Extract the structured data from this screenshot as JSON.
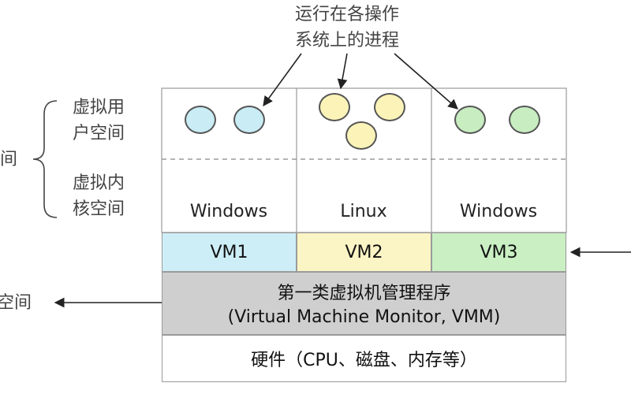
{
  "top_note": {
    "line1": "运行在各操作",
    "line2": "系统上的进程"
  },
  "left_labels": {
    "virtual_user_space": {
      "line1": "虚拟用",
      "line2": "户空间"
    },
    "virtual_kernel_space": {
      "line1": "虚拟内",
      "line2": "核空间"
    },
    "edge_space_1": "间",
    "edge_space_2": "空间"
  },
  "columns": [
    {
      "os": "Windows",
      "vm": "VM1",
      "vm_color": "#cdeef7",
      "process_color": "#c9ecf5",
      "process_count": 2
    },
    {
      "os": "Linux",
      "vm": "VM2",
      "vm_color": "#fbf4c4",
      "process_color": "#fbf3b8",
      "process_count": 3
    },
    {
      "os": "Windows",
      "vm": "VM3",
      "vm_color": "#c9efc3",
      "process_color": "#c7edc0",
      "process_count": 2
    }
  ],
  "vmm": {
    "line1": "第一类虚拟机管理程序",
    "line2": "(Virtual Machine Monitor, VMM)",
    "color": "#cfcfcf"
  },
  "hardware": {
    "label": "硬件（CPU、磁盘、内存等）"
  }
}
